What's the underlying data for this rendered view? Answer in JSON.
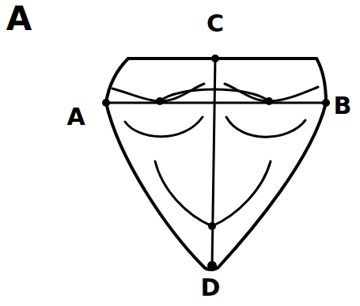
{
  "diagram": {
    "labels": [
      "A",
      "C",
      "A",
      "B",
      "D"
    ]
  }
}
